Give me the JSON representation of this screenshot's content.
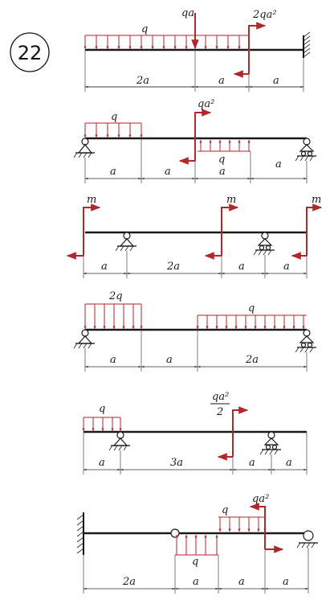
{
  "problem_number": "22",
  "labels": {
    "q": "q",
    "qa": "qa",
    "qa2": "qa²",
    "two_qa2": "2qa²",
    "two_q": "2q",
    "m": "m",
    "a": "a",
    "two_a": "2a",
    "three_a": "3a",
    "qa2_num": "qa²",
    "qa2_den": "2"
  },
  "colors": {
    "load": "#b3262a",
    "beam": "#1a1a1a"
  }
}
